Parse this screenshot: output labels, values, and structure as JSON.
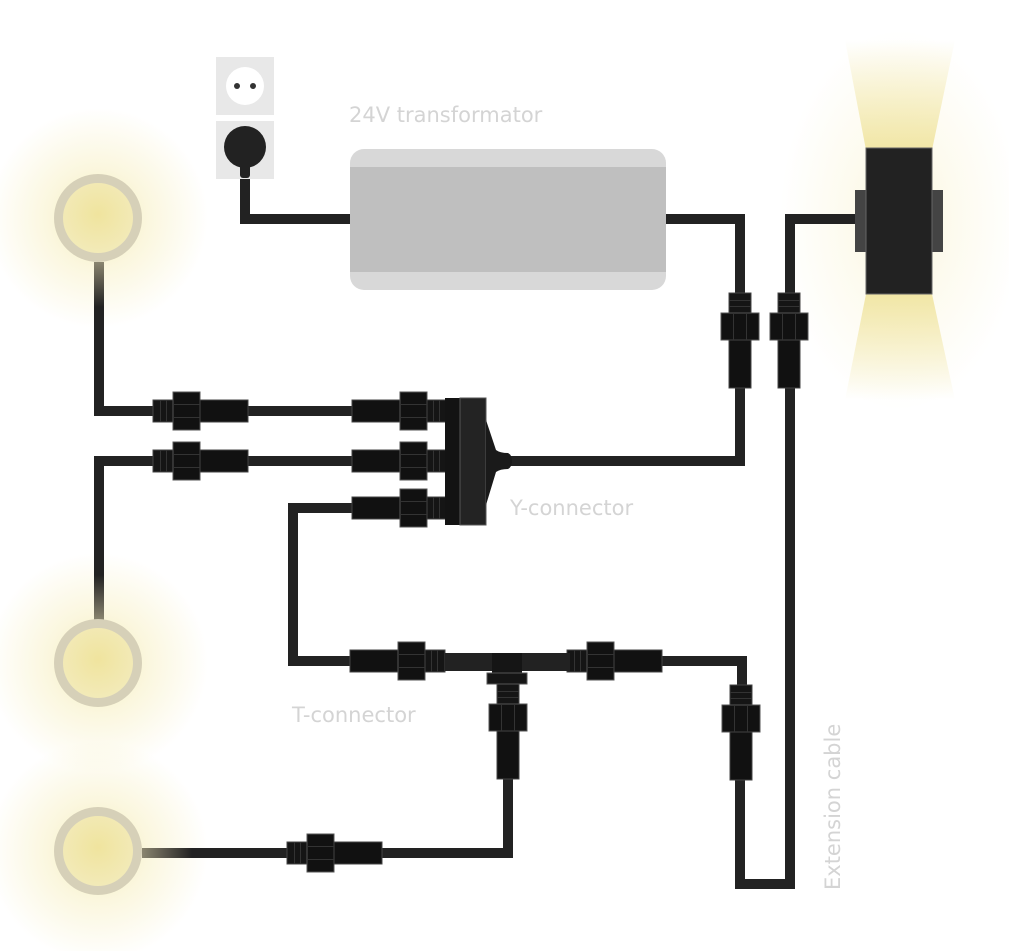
{
  "diagram": {
    "title": "24V lighting wiring diagram",
    "labels": {
      "transformer": "24V transformator",
      "y_connector": "Y-connector",
      "t_connector": "T-connector",
      "extension_cable": "Extension cable"
    },
    "components": [
      {
        "id": "wall-socket",
        "type": "wall-socket"
      },
      {
        "id": "transformer",
        "type": "transformer",
        "voltage": "24V"
      },
      {
        "id": "wall-light",
        "type": "wall-light",
        "state": "on"
      },
      {
        "id": "spot-light-1",
        "type": "recessed-spot",
        "state": "on"
      },
      {
        "id": "spot-light-2",
        "type": "recessed-spot",
        "state": "on"
      },
      {
        "id": "spot-light-3",
        "type": "recessed-spot",
        "state": "on"
      },
      {
        "id": "y-connector",
        "type": "y-connector",
        "ports": 3
      },
      {
        "id": "t-connector",
        "type": "t-connector",
        "ports": 3
      },
      {
        "id": "extension-cable",
        "type": "extension-cable"
      }
    ],
    "connections": [
      [
        "wall-socket",
        "transformer"
      ],
      [
        "transformer",
        "y-connector"
      ],
      [
        "y-connector",
        "spot-light-1"
      ],
      [
        "y-connector",
        "spot-light-2"
      ],
      [
        "y-connector",
        "t-connector"
      ],
      [
        "t-connector",
        "spot-light-3"
      ],
      [
        "t-connector",
        "extension-cable"
      ],
      [
        "extension-cable",
        "wall-light"
      ]
    ],
    "colors": {
      "cable": "#222222",
      "connector": "#111111",
      "connector_edge": "#555555",
      "transformer_body": "#bfbfbf",
      "transformer_band": "#d8d8d8",
      "socket": "#e8e8e8",
      "light_ring": "#d6d0b8",
      "light_core": "#f0e6a8",
      "glow": "#f3e7a0",
      "label": "#d4d4d4"
    }
  }
}
